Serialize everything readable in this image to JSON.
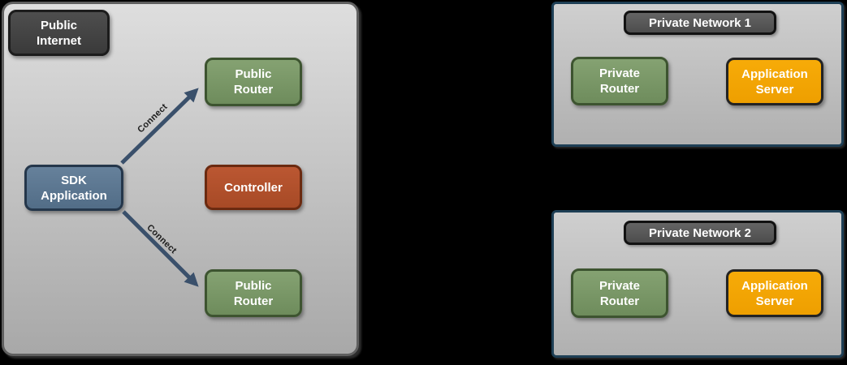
{
  "colors": {
    "background": "#000000",
    "zone_fill": "#c3c3c3",
    "zone_border": "#5f5f5f",
    "private_network_border": "#1e3f55",
    "node_green": "#79986a",
    "node_slate": "#5c768e",
    "node_rust": "#b2512b",
    "node_orange": "#f2a403",
    "node_dark_gray": "#454545",
    "title_chip_gray": "#5a5a5a",
    "arrow": "#3a506b"
  },
  "left_panel": {
    "zone_label": {
      "label": "Public\nInternet"
    },
    "nodes": {
      "public_router_top": {
        "label": "Public\nRouter"
      },
      "sdk_application": {
        "label": "SDK\nApplication"
      },
      "controller": {
        "label": "Controller"
      },
      "public_router_bottom": {
        "label": "Public\nRouter"
      }
    },
    "edges": [
      {
        "from": "SDK Application",
        "to": "Public Router (top)",
        "label": "Connect"
      },
      {
        "from": "SDK Application",
        "to": "Public Router (bottom)",
        "label": "Connect"
      }
    ]
  },
  "private_networks": [
    {
      "title": "Private Network 1",
      "nodes": {
        "private_router": {
          "label": "Private\nRouter"
        },
        "application_server": {
          "label": "Application\nServer"
        }
      }
    },
    {
      "title": "Private Network 2",
      "nodes": {
        "private_router": {
          "label": "Private\nRouter"
        },
        "application_server": {
          "label": "Application\nServer"
        }
      }
    }
  ]
}
